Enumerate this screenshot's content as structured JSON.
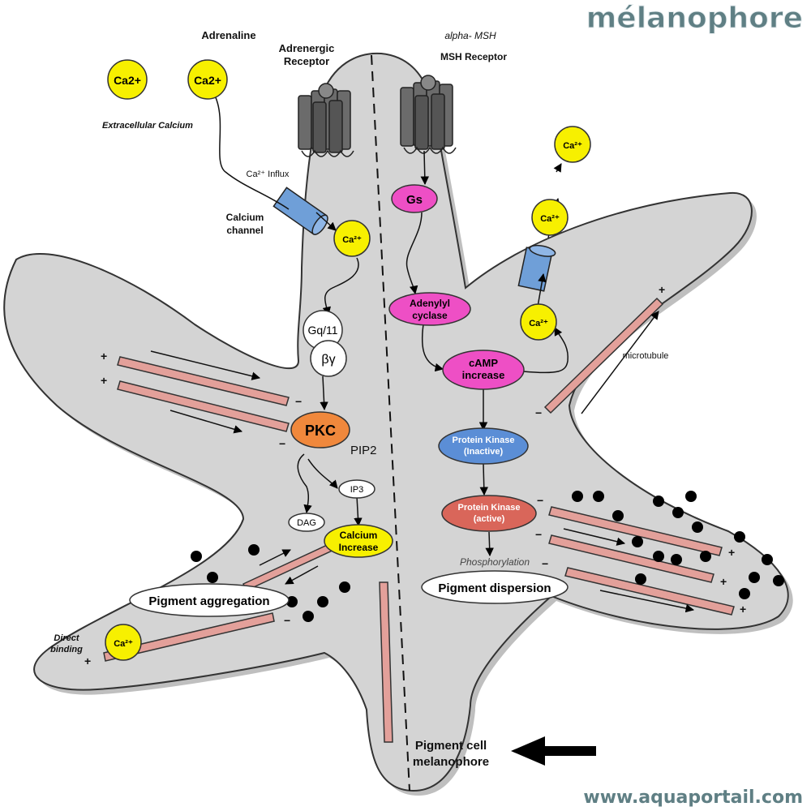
{
  "title": "mélanophore",
  "footer_url": "www.aquaportail.com",
  "labels": {
    "adrenaline": "Adrenaline",
    "adrenergic_receptor_1": "Adrenergic",
    "adrenergic_receptor_2": "Receptor",
    "alpha_msh": "alpha- MSH",
    "msh_receptor": "MSH Receptor",
    "extracellular_calcium": "Extracellular Calcium",
    "ca_influx": "Ca²⁺ Influx",
    "calcium_channel_1": "Calcium",
    "calcium_channel_2": "channel",
    "gq11": "Gq/11",
    "beta_gamma": "βγ",
    "pkc": "PKC",
    "pip2": "PIP2",
    "ip3": "IP3",
    "dag": "DAG",
    "calcium_increase_1": "Calcium",
    "calcium_increase_2": "Increase",
    "pigment_aggregation": "Pigment aggregation",
    "direct_binding_1": "Direct",
    "direct_binding_2": "binding",
    "gs": "Gs",
    "adenylyl_cyclase_1": "Adenylyl",
    "adenylyl_cyclase_2": "cyclase",
    "camp_increase_1": "cAMP",
    "camp_increase_2": "increase",
    "pk_inactive_1": "Protein Kinase",
    "pk_inactive_2": "(Inactive)",
    "pk_active_1": "Protein Kinase",
    "pk_active_2": "(active)",
    "phosphorylation": "Phosphorylation",
    "pigment_dispersion": "Pigment dispersion",
    "microtubule": "microtubule",
    "pigment_cell_1": "Pigment cell",
    "pigment_cell_2": "melanophore",
    "ca2plus": "Ca2+",
    "ca_sup": "Ca²⁺",
    "plus": "+",
    "minus": "−"
  },
  "colors": {
    "cell_fill": "#d4d4d4",
    "calcium_yellow": "#f7f000",
    "gs_pink": "#ee4fc5",
    "pkc_orange": "#f0883c",
    "pk_inactive_blue": "#5b8ed6",
    "pk_active_red": "#d9665a",
    "microtubule": "#e3a09a",
    "channel_blue": "#6f9fd8",
    "receptor_gray": "#6b6b6b",
    "title_color": "#5f7f84"
  }
}
